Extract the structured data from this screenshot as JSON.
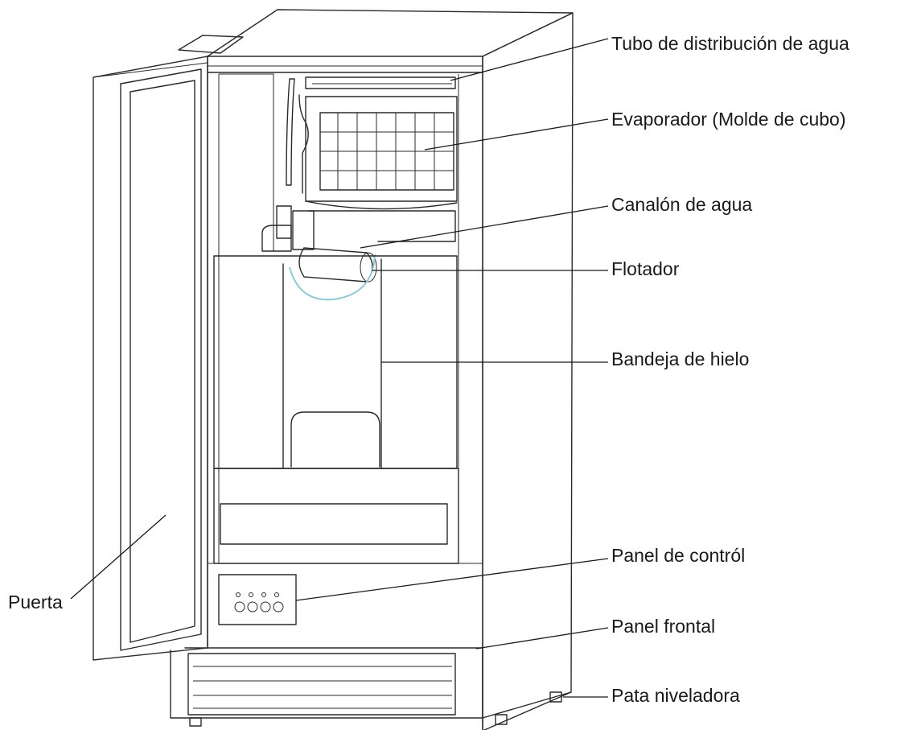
{
  "callouts": {
    "tubo": "Tubo de distribución de agua",
    "evaporador": "Evaporador (Molde de cubo)",
    "canalon": "Canalón de agua",
    "flotador": "Flotador",
    "bandeja": "Bandeja de hielo",
    "panel_control": "Panel de contról",
    "panel_frontal": "Panel frontal",
    "pata": "Pata niveladora",
    "puerta": "Puerta"
  },
  "colors": {
    "line": "#2a2a2a",
    "highlight": "#8fc9d2",
    "background": "#ffffff"
  }
}
